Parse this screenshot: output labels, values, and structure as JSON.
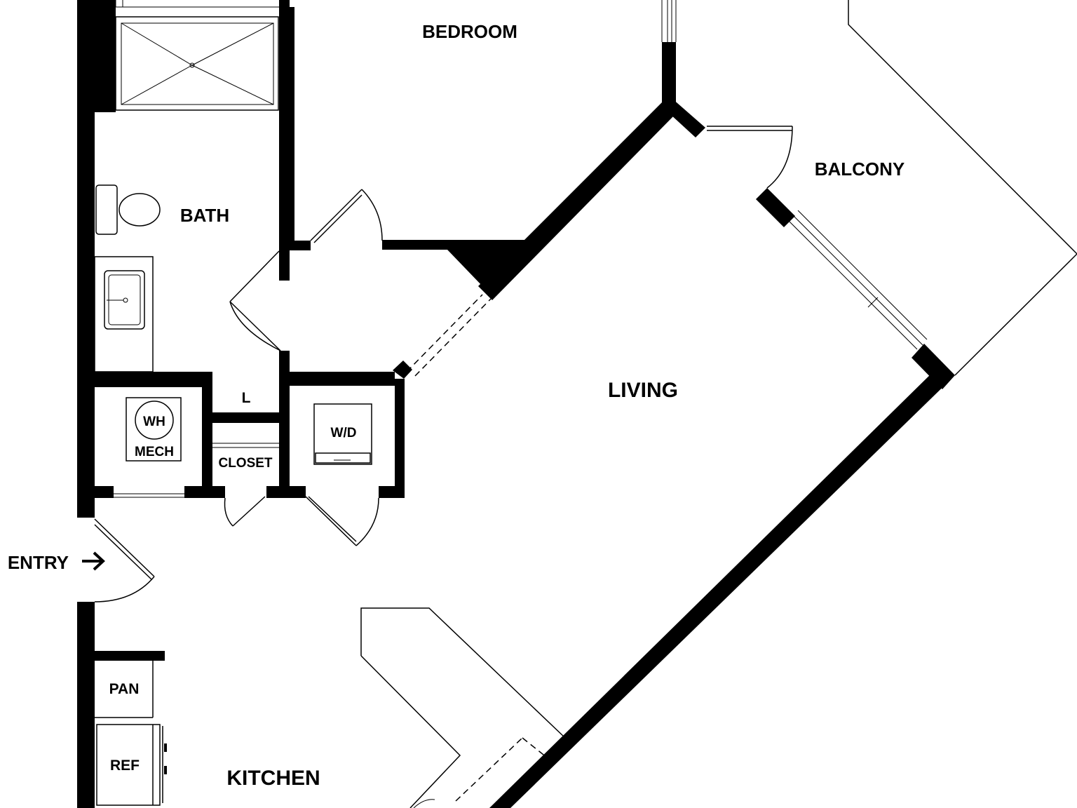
{
  "rooms": {
    "bedroom": "BEDROOM",
    "bath": "BATH",
    "balcony": "BALCONY",
    "living": "LIVING",
    "linen": "L",
    "water_heater": "WH",
    "mech": "MECH",
    "closet": "CLOSET",
    "washer_dryer": "W/D",
    "entry": "ENTRY",
    "pantry": "PAN",
    "refrigerator": "REF",
    "kitchen": "KITCHEN"
  },
  "icons": {
    "entry_arrow": "arrow-right-icon"
  },
  "colors": {
    "wall": "#000000",
    "background": "#ffffff"
  }
}
